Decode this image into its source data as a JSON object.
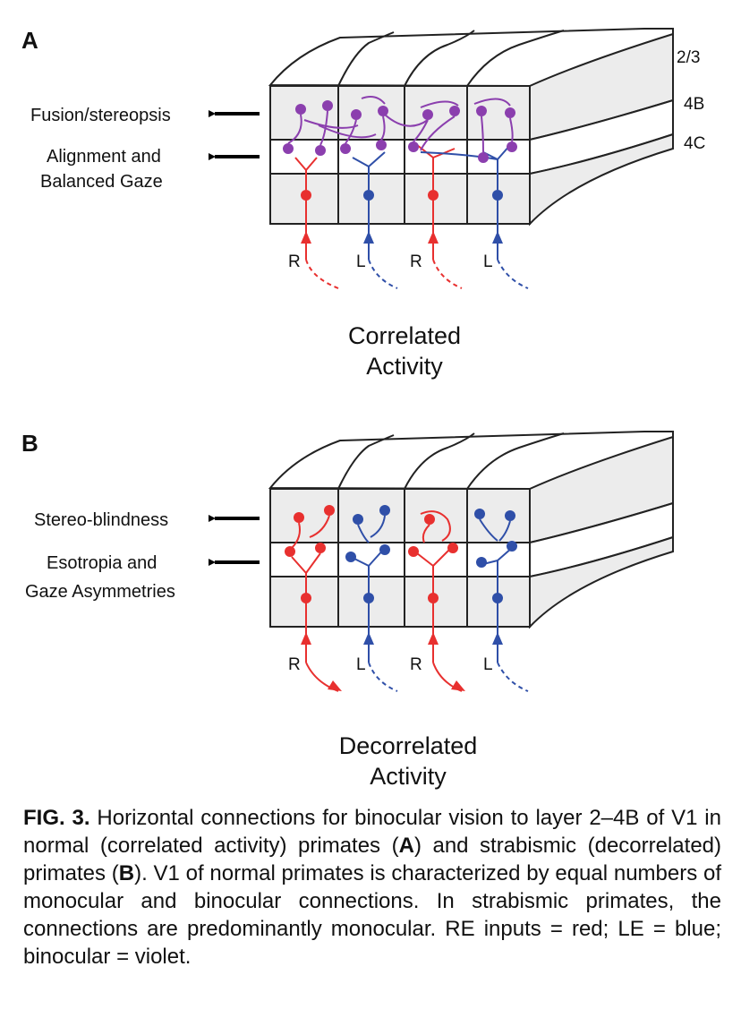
{
  "panel_a": {
    "letter": "A",
    "layer_labels": [
      "2/3",
      "4B",
      "4C"
    ],
    "left_labels": [
      "Fusion/stereopsis",
      "Alignment and",
      "Balanced Gaze"
    ],
    "eye_labels": [
      "R",
      "L",
      "R",
      "L"
    ],
    "activity": [
      "Correlated",
      "Activity"
    ]
  },
  "panel_b": {
    "letter": "B",
    "left_labels": [
      "Stereo-blindness",
      "Esotropia and",
      "Gaze Asymmetries"
    ],
    "eye_labels": [
      "R",
      "L",
      "R",
      "L"
    ],
    "activity": [
      "Decorrelated",
      "Activity"
    ]
  },
  "caption": {
    "fig": "FIG. 3.",
    "t1": " Horizontal connections for binocular vision to layer 2–4B of V1 in normal (correlated activity) primates (",
    "a": "A",
    "t2": ") and strabismic (decorrelated) primates (",
    "b": "B",
    "t3": "). V1 of normal primates is characterized by equal numbers of monocular and binocular connections. In strabismic primates, the connections are predominantly monocular. RE inputs = red; LE = blue; binocular = violet."
  },
  "colors": {
    "red": "#e8302f",
    "blue": "#2f4fa8",
    "violet": "#8b3fae",
    "gray": "#ececec"
  }
}
